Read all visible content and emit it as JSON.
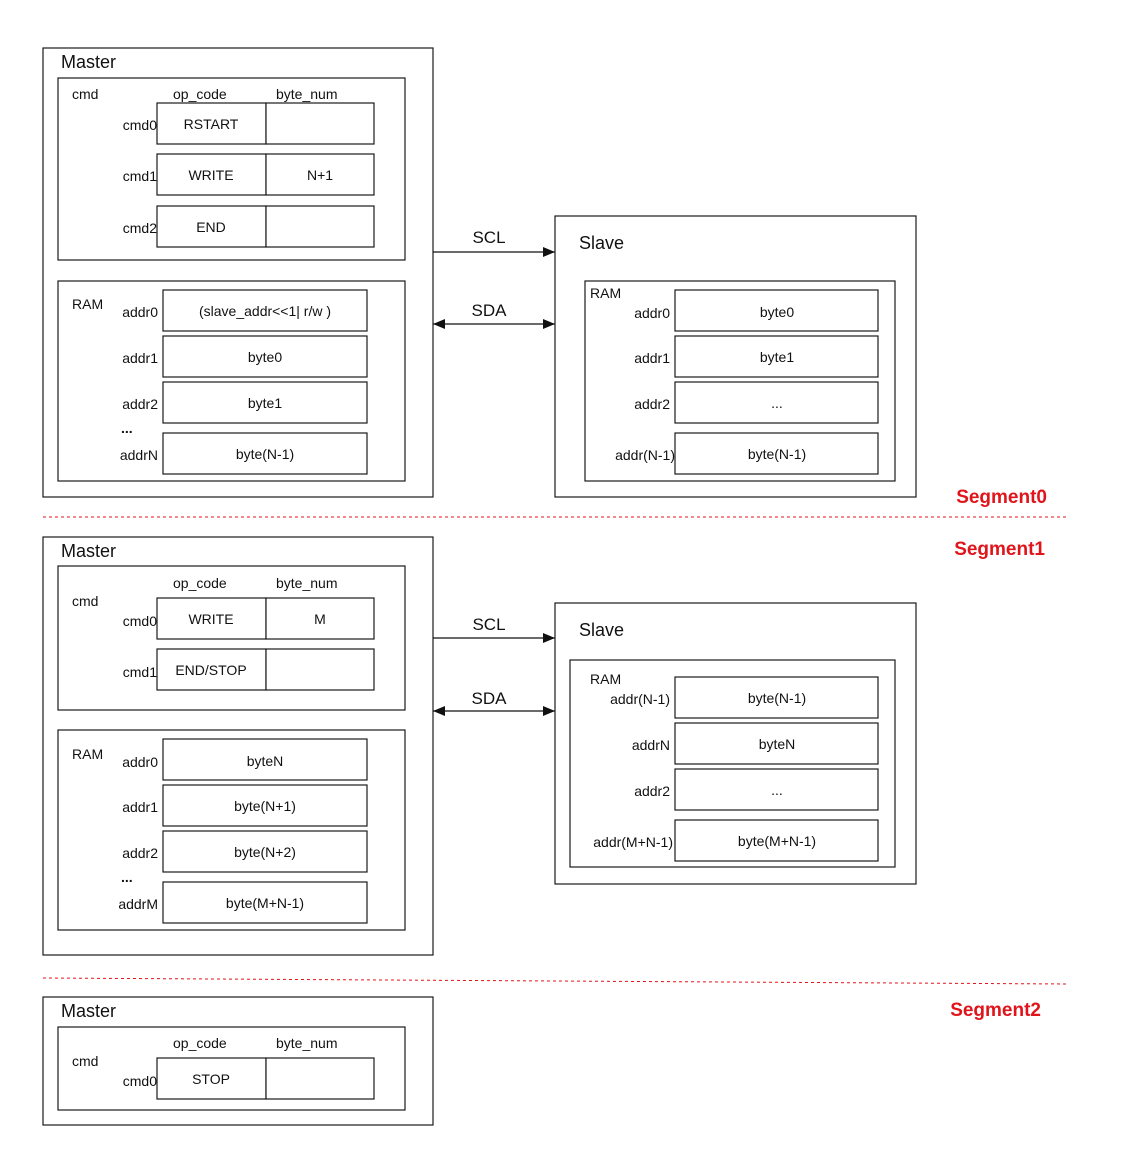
{
  "segments": [
    {
      "label": "Segment0",
      "master": {
        "title": "Master",
        "cmd": {
          "label": "cmd",
          "op_code_header": "op_code",
          "byte_num_header": "byte_num",
          "rows": [
            {
              "name": "cmd0",
              "op": "RSTART",
              "num": ""
            },
            {
              "name": "cmd1",
              "op": "WRITE",
              "num": "N+1"
            },
            {
              "name": "cmd2",
              "op": "END",
              "num": ""
            }
          ]
        },
        "ram": {
          "label": "RAM",
          "rows": [
            {
              "addr": "addr0",
              "value": "(slave_addr<<1| r/w )"
            },
            {
              "addr": "addr1",
              "value": "byte0"
            },
            {
              "addr": "addr2",
              "value": "byte1"
            },
            {
              "addr": "addrN",
              "value": "byte(N-1)"
            }
          ],
          "ellipsis": "..."
        }
      },
      "signals": {
        "scl": "SCL",
        "sda": "SDA"
      },
      "slave": {
        "title": "Slave",
        "ram": {
          "label": "RAM",
          "rows": [
            {
              "addr": "addr0",
              "value": "byte0"
            },
            {
              "addr": "addr1",
              "value": "byte1"
            },
            {
              "addr": "addr2",
              "value": "..."
            },
            {
              "addr": "addr(N-1)",
              "value": "byte(N-1)"
            }
          ]
        }
      }
    },
    {
      "label": "Segment1",
      "master": {
        "title": "Master",
        "cmd": {
          "label": "cmd",
          "op_code_header": "op_code",
          "byte_num_header": "byte_num",
          "rows": [
            {
              "name": "cmd0",
              "op": "WRITE",
              "num": "M"
            },
            {
              "name": "cmd1",
              "op": "END/STOP",
              "num": ""
            }
          ]
        },
        "ram": {
          "label": "RAM",
          "rows": [
            {
              "addr": "addr0",
              "value": "byteN"
            },
            {
              "addr": "addr1",
              "value": "byte(N+1)"
            },
            {
              "addr": "addr2",
              "value": "byte(N+2)"
            },
            {
              "addr": "addrM",
              "value": "byte(M+N-1)"
            }
          ],
          "ellipsis": "..."
        }
      },
      "signals": {
        "scl": "SCL",
        "sda": "SDA"
      },
      "slave": {
        "title": "Slave",
        "ram": {
          "label": "RAM",
          "rows": [
            {
              "addr": "addr(N-1)",
              "value": "byte(N-1)"
            },
            {
              "addr": "addrN",
              "value": "byteN"
            },
            {
              "addr": "addr2",
              "value": "..."
            },
            {
              "addr": "addr(M+N-1)",
              "value": "byte(M+N-1)"
            }
          ]
        }
      }
    },
    {
      "label": "Segment2",
      "master": {
        "title": "Master",
        "cmd": {
          "label": "cmd",
          "op_code_header": "op_code",
          "byte_num_header": "byte_num",
          "rows": [
            {
              "name": "cmd0",
              "op": "STOP",
              "num": ""
            }
          ]
        }
      }
    }
  ],
  "colors": {
    "segment_label": "#e0141b",
    "divider": "#e0141b",
    "stroke": "#1a1a1a"
  }
}
